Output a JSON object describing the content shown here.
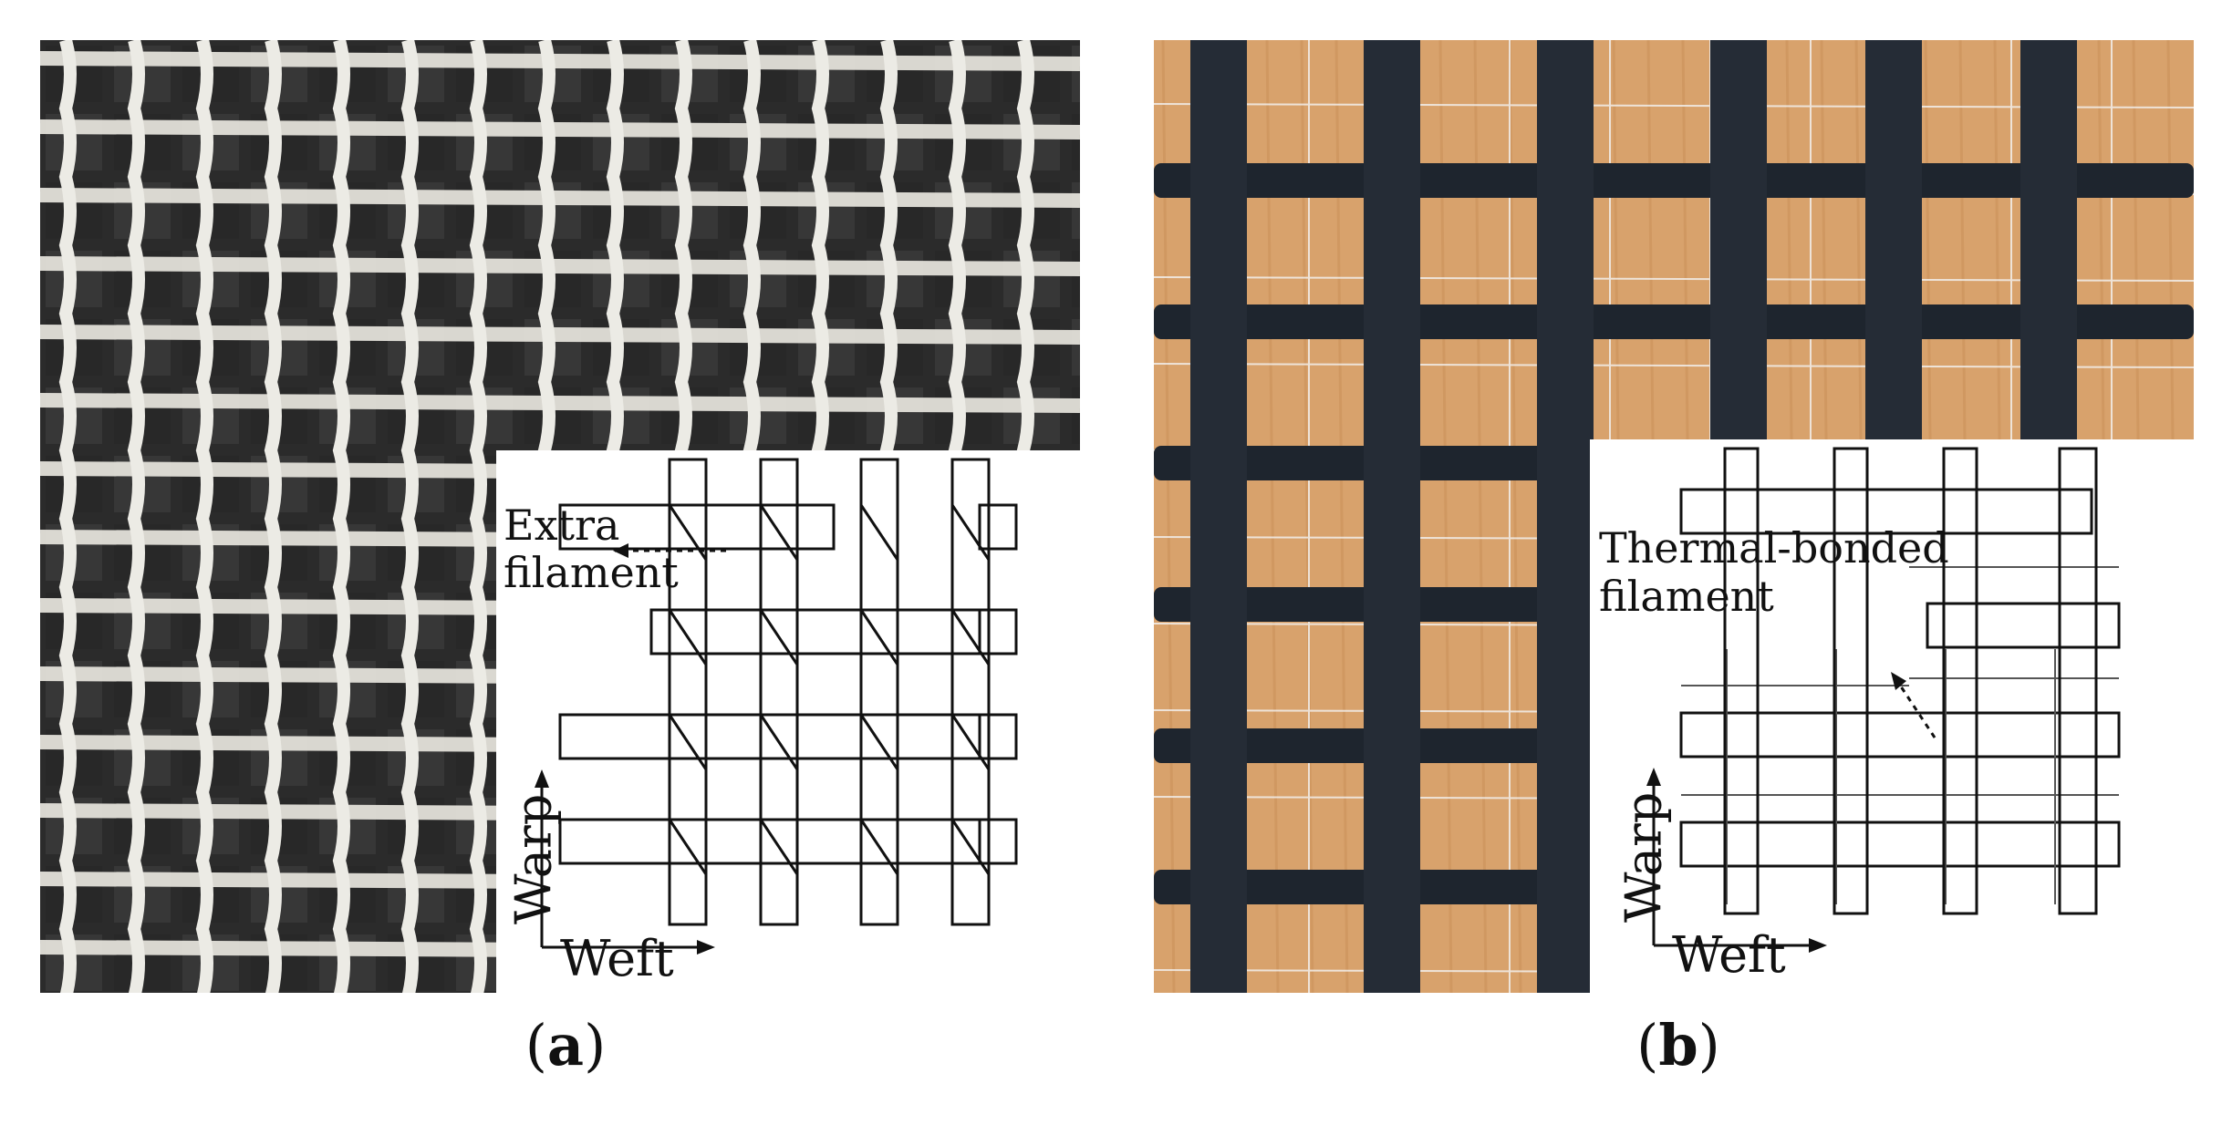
{
  "panels": [
    {
      "id": "a",
      "caption_open": "(",
      "caption_letter": "a",
      "caption_close": ")",
      "callout_line1": "Extra",
      "callout_line2": "filament",
      "axis_vertical": "Warp",
      "axis_horizontal": "Weft",
      "photo_background": "#2a2a2a",
      "strand_color": "#e8e6df"
    },
    {
      "id": "b",
      "caption_open": "(",
      "caption_letter": "b",
      "caption_close": ")",
      "callout_line1": "Thermal-bonded",
      "callout_line2": "filament",
      "axis_vertical": "Warp",
      "axis_horizontal": "Weft",
      "photo_background": "#d9a36f",
      "strand_color": "#1f2630"
    }
  ]
}
